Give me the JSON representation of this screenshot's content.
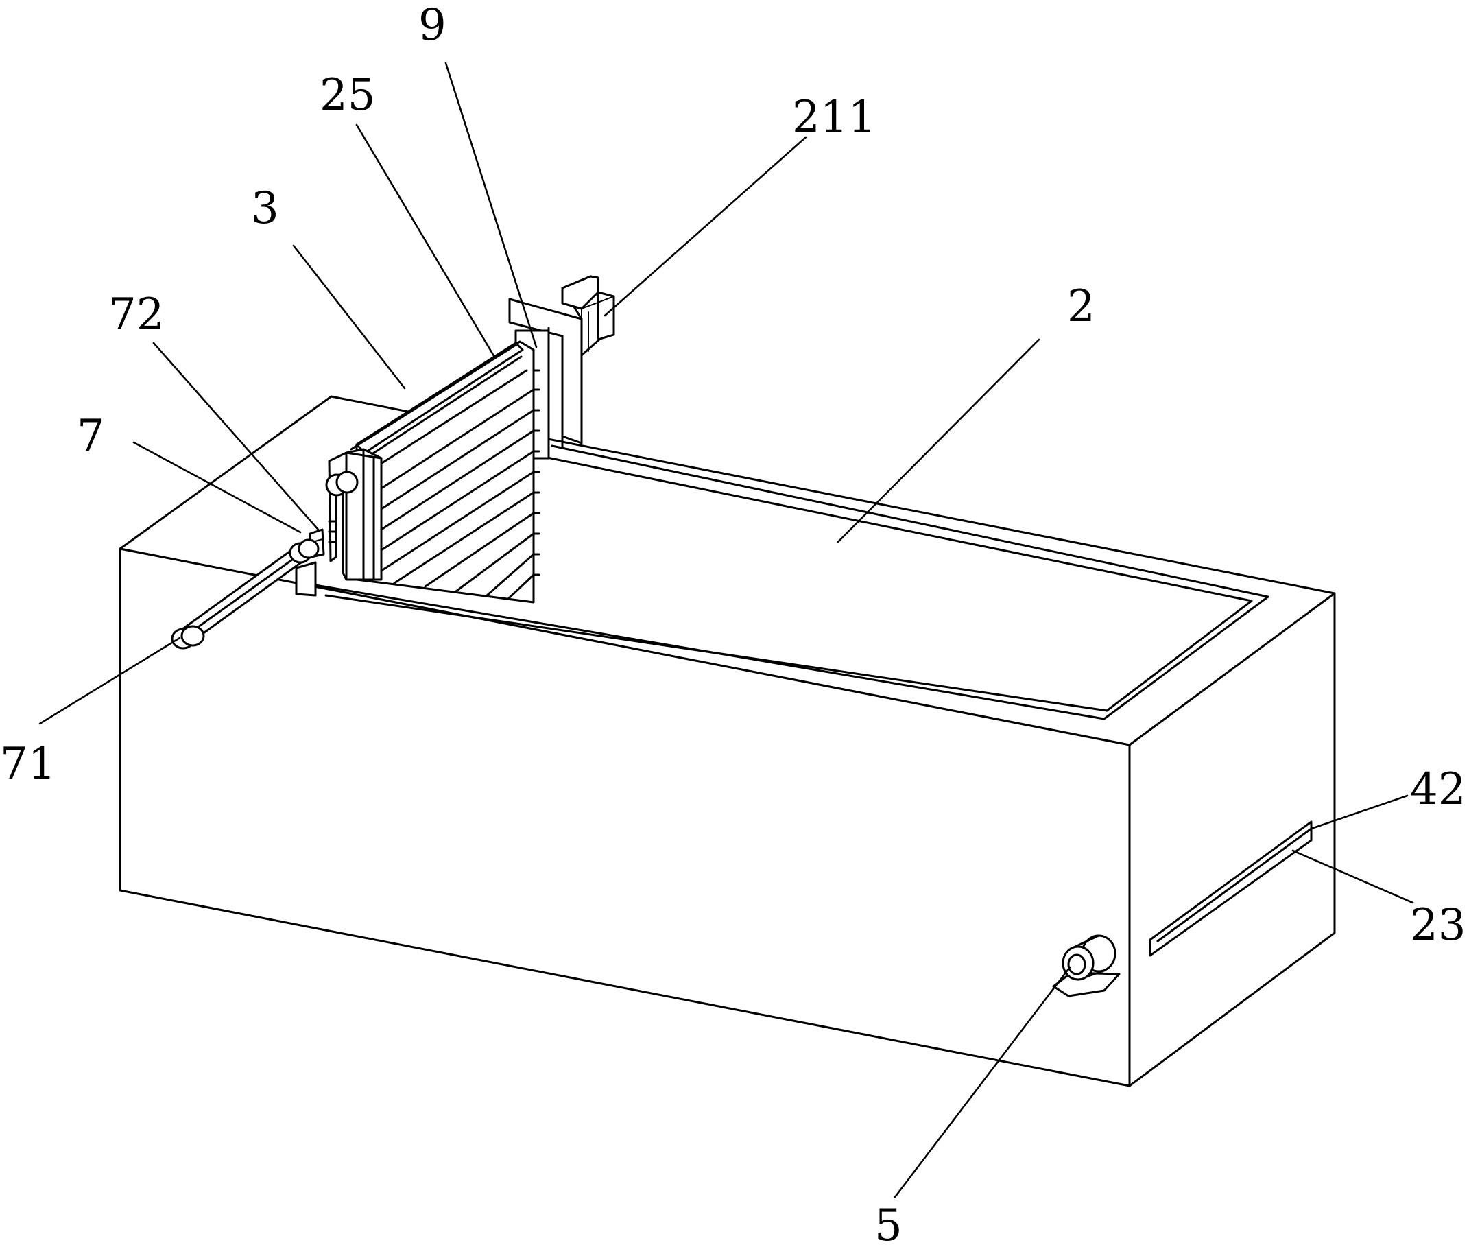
{
  "labels": {
    "l9": "9",
    "l25": "25",
    "l211": "211",
    "l3": "3",
    "l2": "2",
    "l72": "72",
    "l7": "7",
    "l71": "71",
    "l42": "42",
    "l23": "23",
    "l5": "5"
  }
}
